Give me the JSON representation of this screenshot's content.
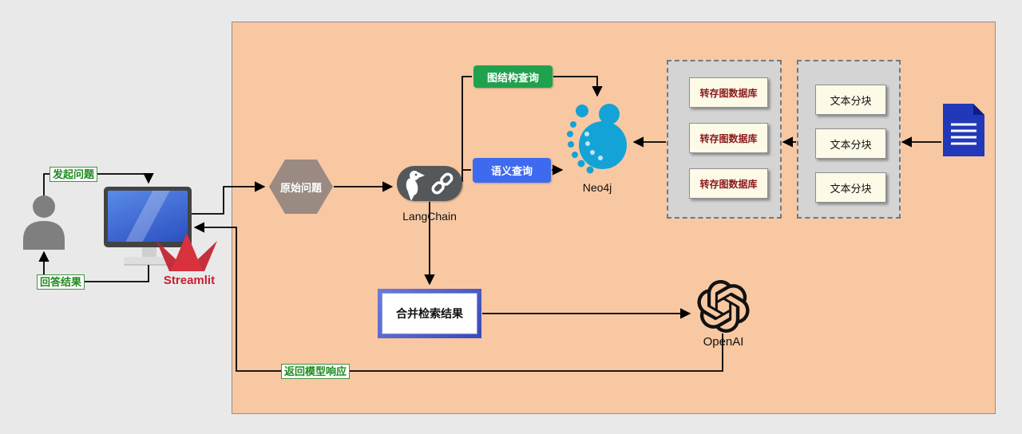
{
  "user_side": {
    "ask_label": "发起问题",
    "answer_label": "回答结果",
    "streamlit_label": "Streamlit"
  },
  "flow": {
    "original_question": "原始问题",
    "langchain_label": "LangChain",
    "graph_query": "图结构查询",
    "semantic_query": "语义查询",
    "neo4j_label": "Neo4j",
    "merge_results": "合并检索结果",
    "openai_label": "OpenAI",
    "model_response": "返回模型响应"
  },
  "ingest": {
    "dump_boxes": [
      "转存图数据库",
      "转存图数据库",
      "转存图数据库"
    ],
    "chunk_boxes": [
      "文本分块",
      "文本分块",
      "文本分块"
    ]
  },
  "icons": {
    "user": "user-icon",
    "monitor": "monitor-icon",
    "streamlit": "streamlit-logo",
    "parrot": "parrot-icon",
    "chain": "chain-link-icon",
    "neo4j": "neo4j-graph-icon",
    "document": "document-icon",
    "openai": "openai-logo"
  },
  "colors": {
    "canvas_bg": "#E9E9E9",
    "panel_bg": "#F8C8A2",
    "green_node": "#1FA14D",
    "blue_node": "#3E6AF0",
    "neo4j_blue": "#14A3D6",
    "streamlit_red": "#C91F2F",
    "label_green": "#1E8A1E",
    "hexagon_gray": "#9A8A82",
    "document_blue": "#2138B8",
    "merge_frame": "#4353C6",
    "dump_text_red": "#8B1A1A"
  }
}
